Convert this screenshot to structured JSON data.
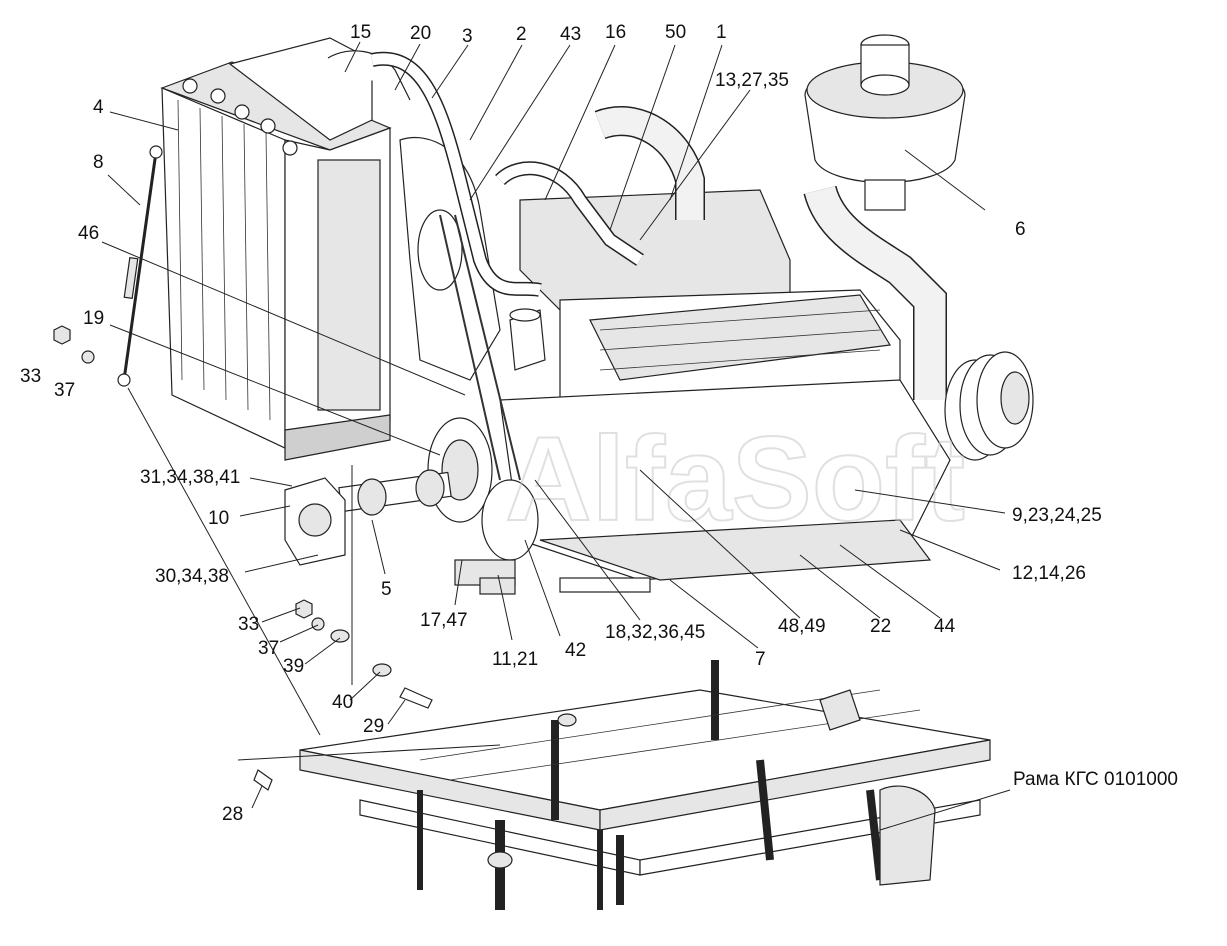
{
  "watermark": "AlfaSoft",
  "frame_label": "Рама КГС 0101000",
  "callouts": {
    "c15": "15",
    "c20": "20",
    "c3": "3",
    "c2": "2",
    "c43": "43",
    "c16": "16",
    "c50": "50",
    "c1": "1",
    "c13_27_35": "13,27,35",
    "c4": "4",
    "c8": "8",
    "c6": "6",
    "c46": "46",
    "c19": "19",
    "c33a": "33",
    "c37a": "37",
    "c31_34_38_41": "31,34,38,41",
    "c10": "10",
    "c30_34_38": "30,34,38",
    "c5": "5",
    "c9_23_24_25": "9,23,24,25",
    "c12_14_26": "12,14,26",
    "c17_47": "17,47",
    "c11_21": "11,21",
    "c42": "42",
    "c18_32_36_45": "18,32,36,45",
    "c7": "7",
    "c48_49": "48,49",
    "c22": "22",
    "c44": "44",
    "c33b": "33",
    "c37b": "37",
    "c39": "39",
    "c40": "40",
    "c29": "29",
    "c28": "28"
  }
}
